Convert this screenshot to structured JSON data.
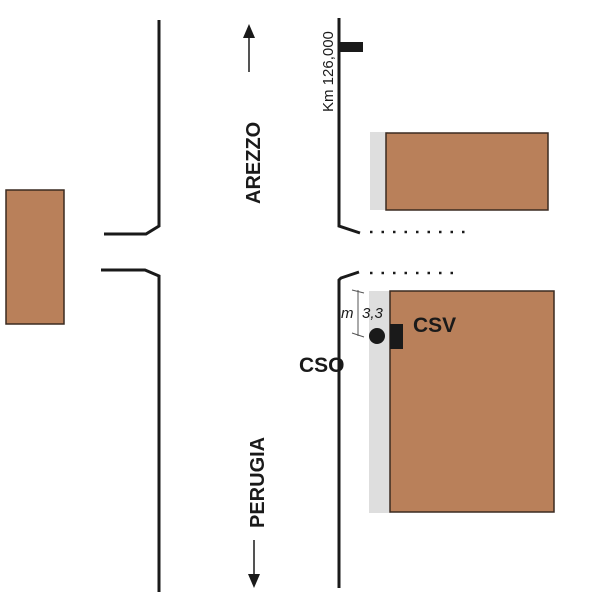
{
  "diagram": {
    "type": "road-intersection-sketch",
    "colors": {
      "building_fill": "#b9805a",
      "building_stroke": "#3a2a20",
      "sidewalk_fill": "#dedede",
      "road_line": "#1a1a1a",
      "text": "#1a1a1a"
    },
    "directions": {
      "north": {
        "label": "AREZZO",
        "arrow": "arrow-up"
      },
      "south": {
        "label": "PERUGIA",
        "arrow": "arrow-down"
      }
    },
    "kilometer_marker": {
      "label": "Km 126,000"
    },
    "stops": {
      "cso": {
        "label": "CSO"
      },
      "csv": {
        "label": "CSV"
      }
    },
    "dimension": {
      "unit": "m",
      "value": "3,3"
    },
    "buildings": [
      {
        "name": "building-left"
      },
      {
        "name": "building-top-right"
      },
      {
        "name": "building-bottom-right"
      }
    ]
  }
}
